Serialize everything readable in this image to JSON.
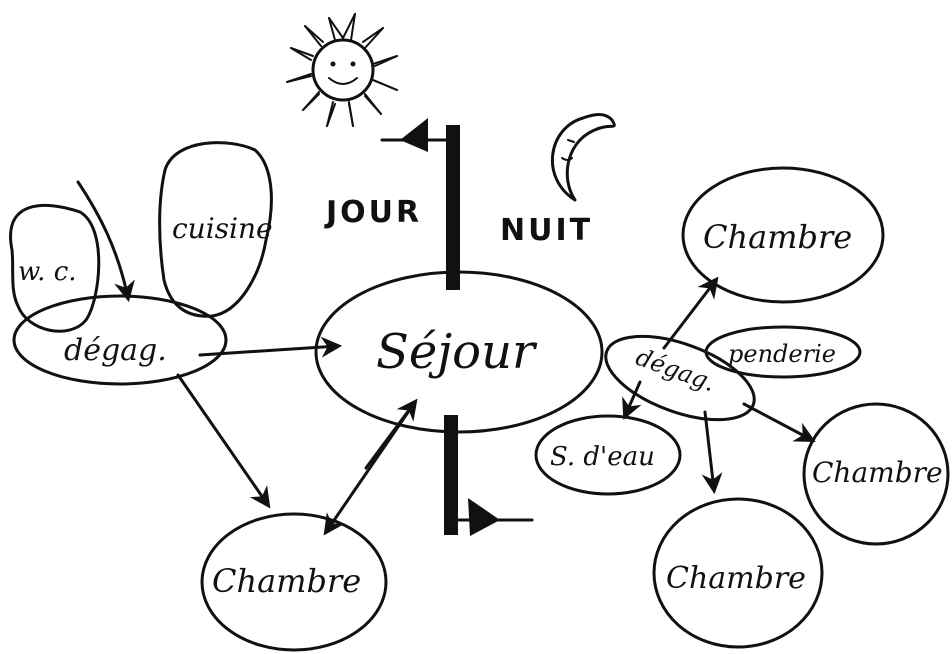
{
  "diagram": {
    "zones": {
      "day": "JOUR",
      "night": "NUIT"
    },
    "rooms": {
      "wc": "w. c.",
      "cuisine": "cuisine",
      "degag_left": "dégag.",
      "sejour": "Séjour",
      "chambre_bottom_left": "Chambre",
      "chambre_top_right": "Chambre",
      "penderie": "penderie",
      "degag_right": "dégag.",
      "s_deau": "S. d'eau",
      "chambre_right": "Chambre",
      "chambre_bottom_right": "Chambre"
    },
    "icons": [
      "sun-icon",
      "moon-icon",
      "flag-icon"
    ]
  }
}
